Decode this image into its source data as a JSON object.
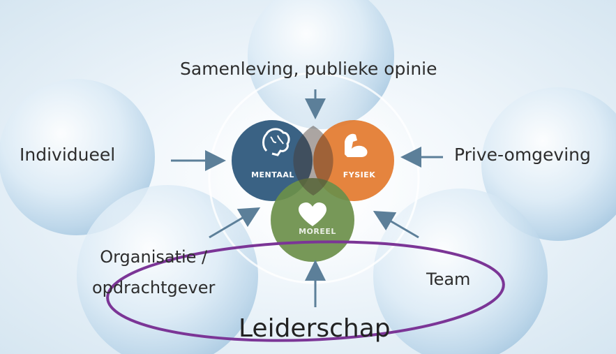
{
  "diagram": {
    "center": {
      "mentaal": "MENTAAL",
      "fysiek": "FYSIEK",
      "moreel": "MOREEL"
    },
    "influences": {
      "top": "Samenleving, publieke opinie",
      "left": "Individueel",
      "right": "Prive-omgeving",
      "bottom_left_line1": "Organisatie /",
      "bottom_left_line2": "opdrachtgever",
      "bottom_right": "Team",
      "bottom": "Leiderschap"
    },
    "icons": [
      "brain-icon",
      "flexed-arm-icon",
      "heart-icon"
    ],
    "colors": {
      "mentaal": "#2f5a7d",
      "fysiek": "#e37a2e",
      "moreel": "#6b8f4a",
      "highlight_ellipse": "#7b3596",
      "arrows": "#5c7f99"
    }
  }
}
